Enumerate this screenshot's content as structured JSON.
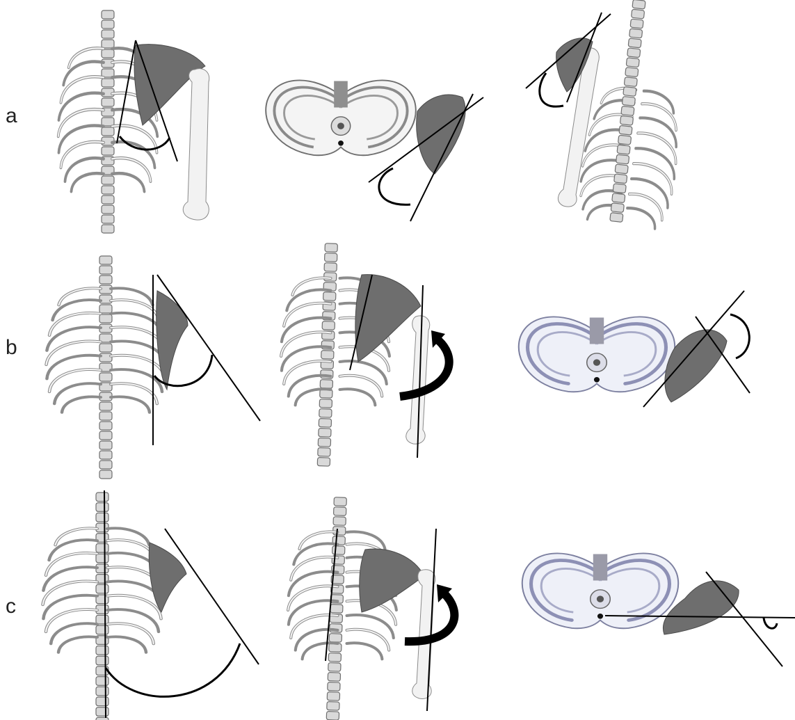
{
  "rows": [
    {
      "label": "a"
    },
    {
      "label": "b"
    },
    {
      "label": "c"
    }
  ],
  "colors": {
    "background": "#ffffff",
    "bone": "#e6e6e6",
    "scapula": "#6e6e6e",
    "guide_line": "#000000"
  }
}
